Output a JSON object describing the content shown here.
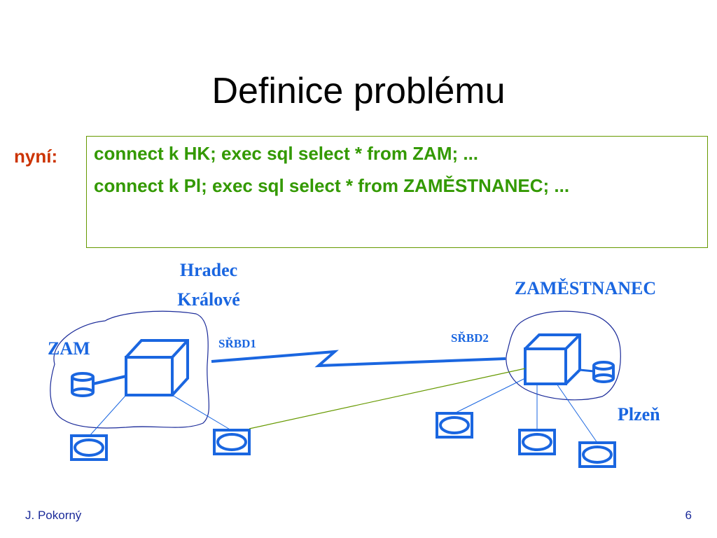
{
  "slide": {
    "title": "Definice problému",
    "now_label": "nyní:",
    "code_lines": [
      "connect k HK; exec sql select * from ZAM; ...",
      "connect k Pl; exec sql select * from ZAMĚSTNANEC; ..."
    ]
  },
  "diagram": {
    "site_left_name_line1": "Hradec",
    "site_left_name_line2": "Králové",
    "site_left_db": "ZAM",
    "site_left_dbms": "SŘBD1",
    "site_right_name": "Plzeň",
    "site_right_db": "ZAMĚSTNANEC",
    "site_right_dbms": "SŘBD2",
    "colors": {
      "blue": "#1a66e0",
      "outline": "#1a2a99",
      "green_link": "#669900",
      "code_green": "#339900",
      "now_red": "#cc3300"
    }
  },
  "footer": {
    "author": "J. Pokorný",
    "page": "6"
  }
}
